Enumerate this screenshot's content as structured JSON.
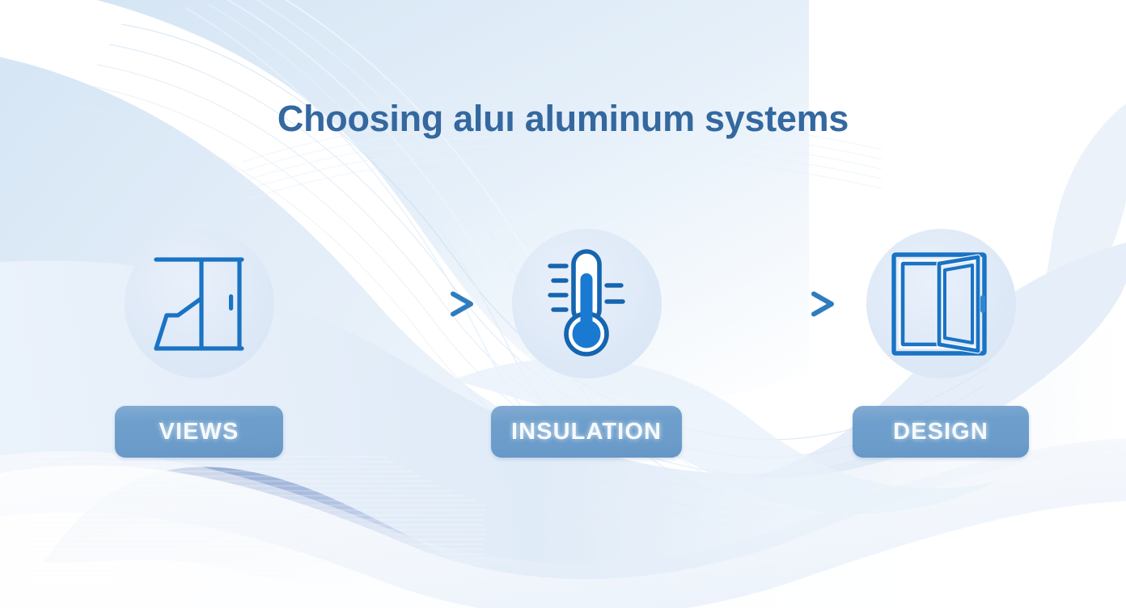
{
  "page": {
    "title": "Choosing aluı aluminum systems",
    "background_color": "#ffffff",
    "title_color": "#34689f",
    "accent_color": "#1a73c4",
    "pill_color": "#6e9fcc",
    "circle_color": "#dee9f7",
    "arrow_color": "#3a85c4"
  },
  "steps": [
    {
      "label": "VIEWS",
      "icon": "sliding-door-icon"
    },
    {
      "label": "INSULATION",
      "icon": "thermometer-icon"
    },
    {
      "label": "DESIGN",
      "icon": "open-window-icon"
    }
  ],
  "connectors": [
    {
      "name": "arrow-right-icon"
    },
    {
      "name": "arrow-right-icon"
    }
  ]
}
